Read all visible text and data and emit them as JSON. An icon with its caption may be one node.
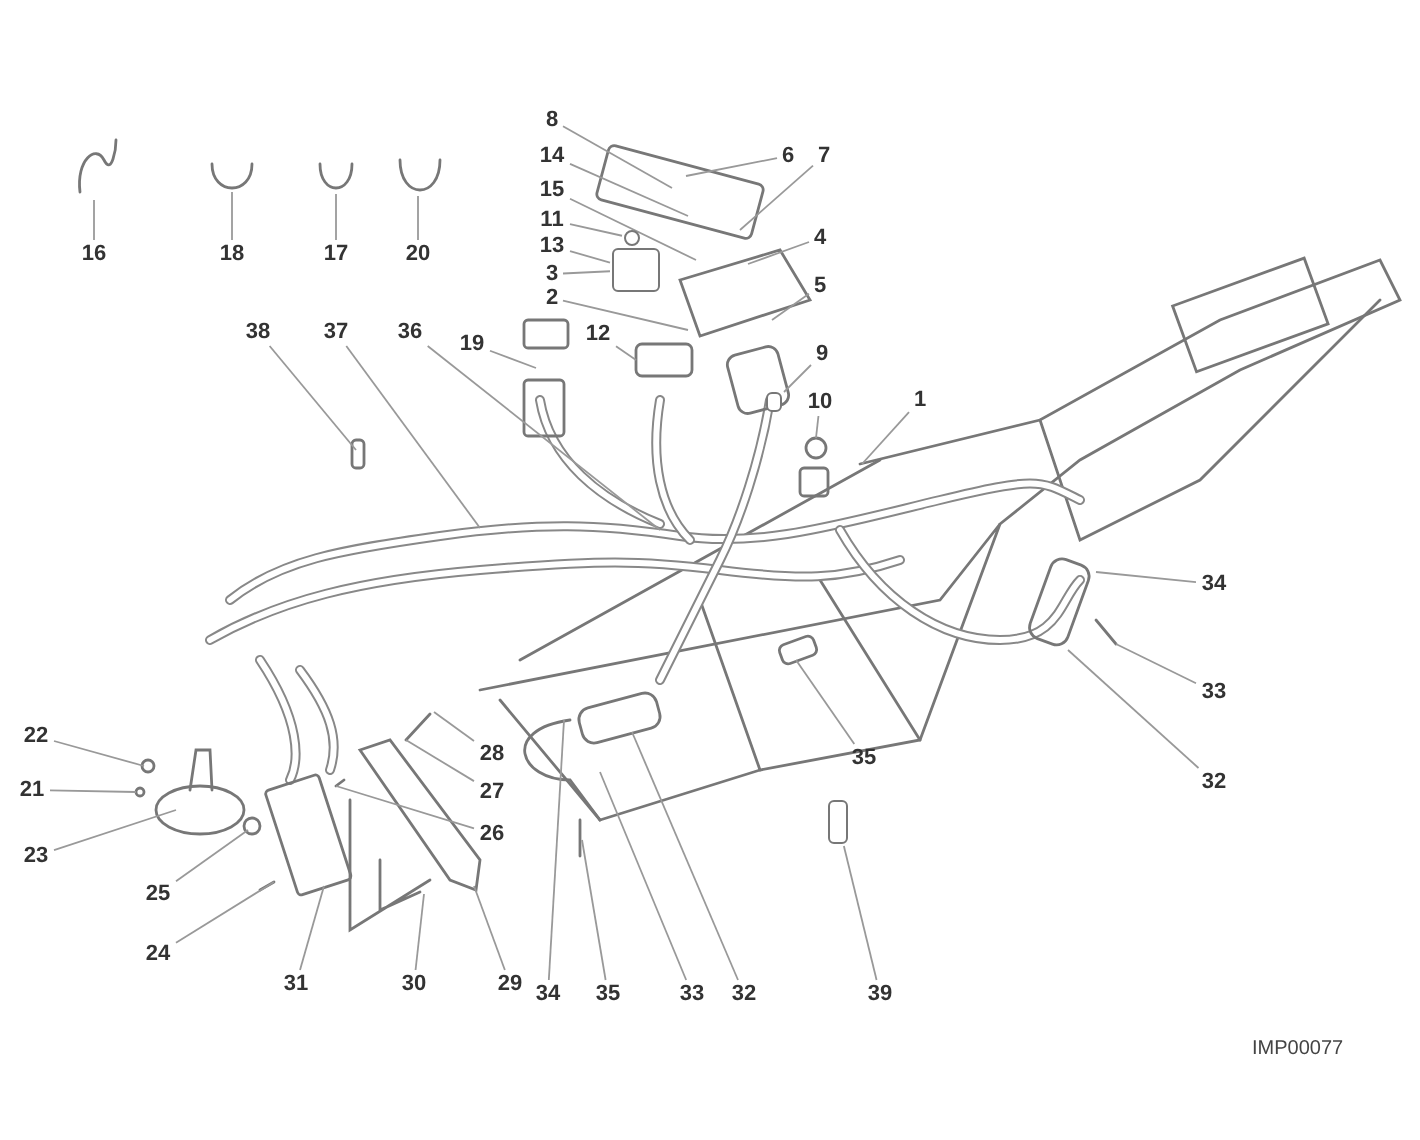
{
  "diagram": {
    "nodes": [
      {
        "text": [
          "8"
        ]
      },
      {
        "text": [
          "6"
        ]
      },
      {
        "text": [
          "7"
        ]
      },
      {
        "text": [
          "14"
        ]
      },
      {
        "text": [
          "15"
        ]
      },
      {
        "text": [
          "11"
        ]
      },
      {
        "text": [
          "4"
        ]
      },
      {
        "text": [
          "13"
        ]
      },
      {
        "text": [
          "3"
        ]
      },
      {
        "text": [
          "5"
        ]
      },
      {
        "text": [
          "2"
        ]
      },
      {
        "text": [
          "16"
        ]
      },
      {
        "text": [
          "18"
        ]
      },
      {
        "text": [
          "17"
        ]
      },
      {
        "text": [
          "20"
        ]
      },
      {
        "text": [
          "12"
        ]
      },
      {
        "text": [
          "38"
        ]
      },
      {
        "text": [
          "37"
        ]
      },
      {
        "text": [
          "36"
        ]
      },
      {
        "text": [
          "19"
        ]
      },
      {
        "text": [
          "9"
        ]
      },
      {
        "text": [
          "1"
        ]
      },
      {
        "text": [
          "10"
        ]
      },
      {
        "text": [
          "34"
        ]
      },
      {
        "text": [
          "33"
        ]
      },
      {
        "text": [
          "22"
        ]
      },
      {
        "text": [
          "28"
        ]
      },
      {
        "text": [
          "21"
        ]
      },
      {
        "text": [
          "35"
        ]
      },
      {
        "text": [
          "32"
        ]
      },
      {
        "text": [
          "27"
        ]
      },
      {
        "text": [
          "26"
        ]
      },
      {
        "text": [
          "23"
        ]
      },
      {
        "text": [
          "25"
        ]
      },
      {
        "text": [
          "24"
        ]
      },
      {
        "text": [
          "31"
        ]
      },
      {
        "text": [
          "30"
        ]
      },
      {
        "text": [
          "29"
        ]
      },
      {
        "text": [
          "34"
        ]
      },
      {
        "text": [
          "35"
        ]
      },
      {
        "text": [
          "33"
        ]
      },
      {
        "text": [
          "32"
        ]
      },
      {
        "text": [
          "39"
        ]
      },
      {
        "text": [],
        "shape": "box"
      },
      {
        "text": [],
        "shape": "circle"
      },
      {
        "text": [],
        "shape": "box"
      },
      {
        "text": [],
        "shape": "box"
      }
    ],
    "edges": [
      {
        "from": 0,
        "to": null,
        "arrow": "none"
      },
      {
        "from": 1,
        "to": null,
        "arrow": "none"
      },
      {
        "from": 2,
        "to": null,
        "arrow": "none"
      },
      {
        "from": 3,
        "to": null,
        "arrow": "none"
      },
      {
        "from": 4,
        "to": null,
        "arrow": "none"
      },
      {
        "from": 5,
        "to": 44,
        "arrow": "none"
      },
      {
        "from": 6,
        "to": null,
        "arrow": "none"
      },
      {
        "from": 7,
        "to": 43,
        "arrow": "none"
      },
      {
        "from": 8,
        "to": 43,
        "arrow": "none"
      },
      {
        "from": 9,
        "to": null,
        "arrow": "none"
      },
      {
        "from": 10,
        "to": null,
        "arrow": "none"
      },
      {
        "from": 11,
        "to": null,
        "arrow": "none"
      },
      {
        "from": 12,
        "to": null,
        "arrow": "none"
      },
      {
        "from": 13,
        "to": null,
        "arrow": "none"
      },
      {
        "from": 14,
        "to": null,
        "arrow": "none"
      },
      {
        "from": 15,
        "to": null,
        "arrow": "none"
      },
      {
        "from": 16,
        "to": null,
        "arrow": "none"
      },
      {
        "from": 17,
        "to": null,
        "arrow": "none"
      },
      {
        "from": 18,
        "to": null,
        "arrow": "none"
      },
      {
        "from": 19,
        "to": null,
        "arrow": "none"
      },
      {
        "from": 20,
        "to": 45,
        "arrow": "none"
      },
      {
        "from": 21,
        "to": null,
        "arrow": "none"
      },
      {
        "from": 22,
        "to": null,
        "arrow": "none"
      },
      {
        "from": 23,
        "to": null,
        "arrow": "none"
      },
      {
        "from": 24,
        "to": null,
        "arrow": "none"
      },
      {
        "from": 25,
        "to": null,
        "arrow": "none"
      },
      {
        "from": 26,
        "to": null,
        "arrow": "none"
      },
      {
        "from": 27,
        "to": null,
        "arrow": "none"
      },
      {
        "from": 28,
        "to": null,
        "arrow": "none"
      },
      {
        "from": 29,
        "to": null,
        "arrow": "none"
      },
      {
        "from": 30,
        "to": null,
        "arrow": "none"
      },
      {
        "from": 31,
        "to": null,
        "arrow": "none"
      },
      {
        "from": 32,
        "to": null,
        "arrow": "none"
      },
      {
        "from": 33,
        "to": null,
        "arrow": "none"
      },
      {
        "from": 34,
        "to": null,
        "arrow": "none"
      },
      {
        "from": 35,
        "to": null,
        "arrow": "none"
      },
      {
        "from": 36,
        "to": null,
        "arrow": "none"
      },
      {
        "from": 37,
        "to": null,
        "arrow": "none"
      },
      {
        "from": 38,
        "to": null,
        "arrow": "none"
      },
      {
        "from": 39,
        "to": null,
        "arrow": "none"
      },
      {
        "from": 40,
        "to": null,
        "arrow": "none"
      },
      {
        "from": 41,
        "to": null,
        "arrow": "none"
      },
      {
        "from": 42,
        "to": 46,
        "arrow": "none"
      }
    ],
    "labels": [
      "IMP00077"
    ]
  }
}
